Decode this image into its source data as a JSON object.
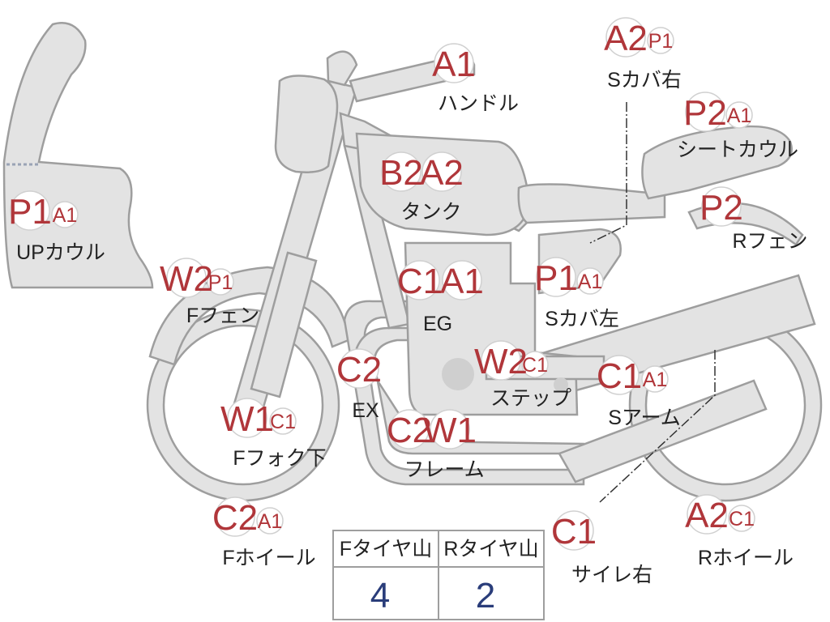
{
  "parts": [
    {
      "id": "upcowl",
      "name": "UPカウル",
      "primary": "P1",
      "secondary": "A1"
    },
    {
      "id": "handle",
      "name": "ハンドル",
      "primary": "A1",
      "secondary": ""
    },
    {
      "id": "scover-r",
      "name": "Sカバ右",
      "primary": "A2",
      "secondary": "P1"
    },
    {
      "id": "seatcowl",
      "name": "シートカウル",
      "primary": "P2",
      "secondary": "A1"
    },
    {
      "id": "tank",
      "name": "タンク",
      "primary": "B2",
      "secondary": "A2"
    },
    {
      "id": "rfender",
      "name": "Rフェン",
      "primary": "P2",
      "secondary": ""
    },
    {
      "id": "ffender",
      "name": "Fフェン",
      "primary": "W2",
      "secondary": "P1"
    },
    {
      "id": "eg",
      "name": "EG",
      "primary": "C1",
      "secondary": "A1"
    },
    {
      "id": "scover-l",
      "name": "Sカバ左",
      "primary": "P1",
      "secondary": "A1"
    },
    {
      "id": "ex",
      "name": "EX",
      "primary": "C2",
      "secondary": ""
    },
    {
      "id": "step",
      "name": "ステップ",
      "primary": "W2",
      "secondary": "C1"
    },
    {
      "id": "sarm",
      "name": "Sアーム",
      "primary": "C1",
      "secondary": "A1"
    },
    {
      "id": "ffork",
      "name": "Fフォク下",
      "primary": "W1",
      "secondary": "C1"
    },
    {
      "id": "frame",
      "name": "フレーム",
      "primary": "C2",
      "secondary": "W1"
    },
    {
      "id": "fwheel",
      "name": "Fホイール",
      "primary": "C2",
      "secondary": "A1"
    },
    {
      "id": "silencer",
      "name": "サイレ右",
      "primary": "C1",
      "secondary": ""
    },
    {
      "id": "rwheel",
      "name": "Rホイール",
      "primary": "A2",
      "secondary": "C1"
    }
  ],
  "tire_table": {
    "front_label": "Fタイヤ山",
    "rear_label": "Rタイヤ山",
    "front_value": "4",
    "rear_value": "2"
  },
  "colors": {
    "code": "#b0363a",
    "value": "#2a3d7a",
    "part_fill": "#e3e3e3",
    "part_stroke": "#9e9e9e"
  }
}
